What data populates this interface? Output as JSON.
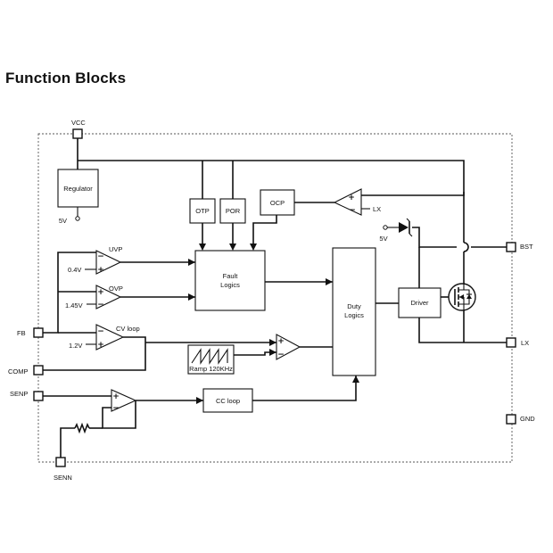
{
  "heading": "Function Blocks",
  "pins": {
    "vcc": "VCC",
    "fb": "FB",
    "comp": "COMP",
    "senp": "SENP",
    "senn": "SENN",
    "bst": "BST",
    "lx": "LX",
    "gnd": "GND"
  },
  "blocks": {
    "regulator": "Regulator",
    "otp": "OTP",
    "por": "POR",
    "ocp": "OCP",
    "fault_line1": "Fault",
    "fault_line2": "Logics",
    "duty_line1": "Duty",
    "duty_line2": "Logics",
    "driver": "Driver",
    "ramp": "Ramp 120KHz",
    "cc_loop": "CC loop"
  },
  "labels": {
    "reg_5v": "5V",
    "bst_5v": "5V",
    "ocp_lx": "LX",
    "uvp": "UVP",
    "ovp": "OVP",
    "cv_loop": "CV loop",
    "ref_uvp": "0.4V",
    "ref_ovp": "1.45V",
    "ref_cv": "1.2V"
  }
}
